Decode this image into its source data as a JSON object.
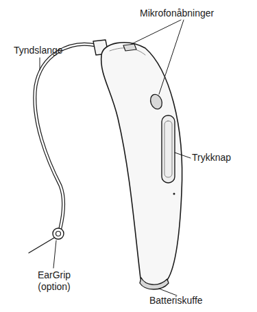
{
  "diagram": {
    "labels": [
      "Mikrofonåbninger",
      "Tyndslange",
      "Trykknap",
      "EarGrip (option)",
      "Batteriskuffe"
    ]
  }
}
